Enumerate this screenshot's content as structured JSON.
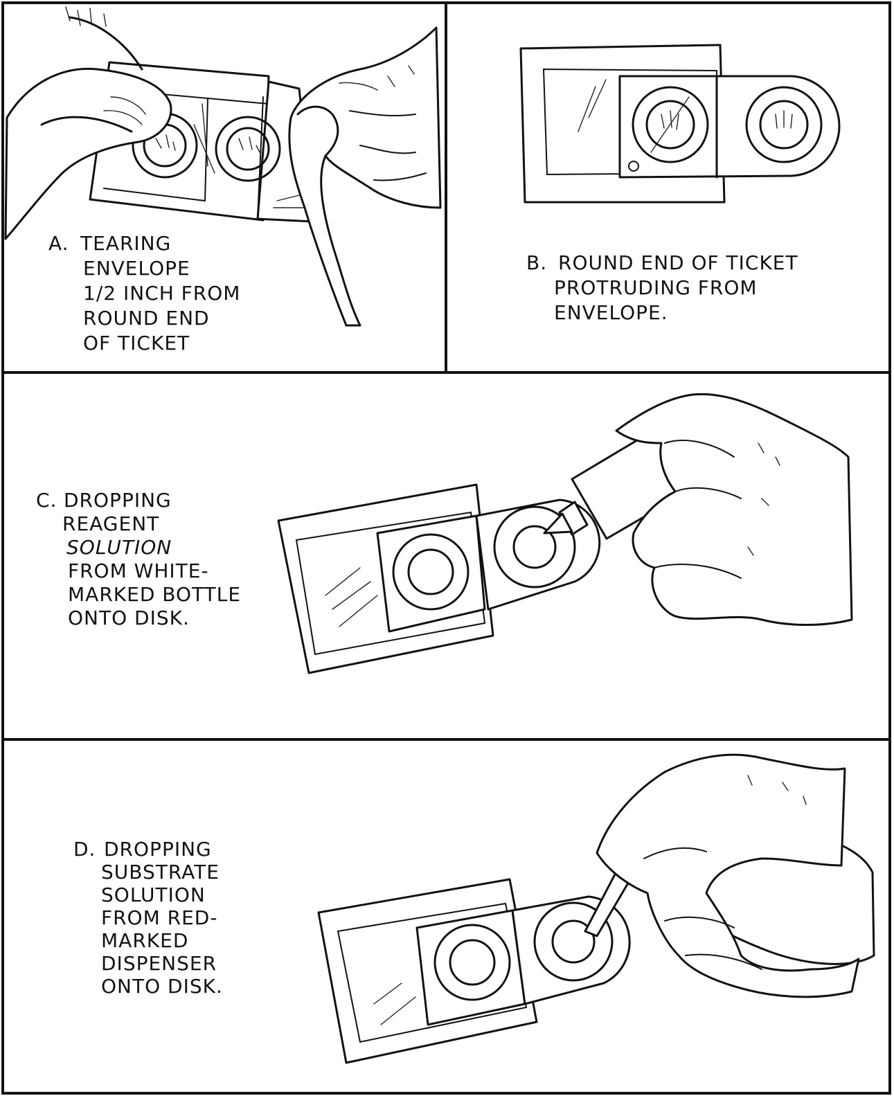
{
  "panels": [
    {
      "id": "A",
      "label": "A.",
      "lines": [
        "TEARING",
        "ENVELOPE",
        "1/2 INCH FROM",
        "ROUND END",
        "OF TICKET"
      ]
    },
    {
      "id": "B",
      "label": "B.",
      "lines": [
        "ROUND END OF TICKET",
        "PROTRUDING FROM",
        "ENVELOPE."
      ]
    },
    {
      "id": "C",
      "label": "C.",
      "lines": [
        "DROPPING",
        "REAGENT",
        "SOLUTION",
        "FROM WHITE-",
        "MARKED BOTTLE",
        "ONTO DISK."
      ]
    },
    {
      "id": "D",
      "label": "D.",
      "lines": [
        "DROPPING",
        "SUBSTRATE",
        "SOLUTION",
        "FROM RED-",
        "MARKED",
        "DISPENSER",
        "ONTO DISK."
      ]
    }
  ]
}
